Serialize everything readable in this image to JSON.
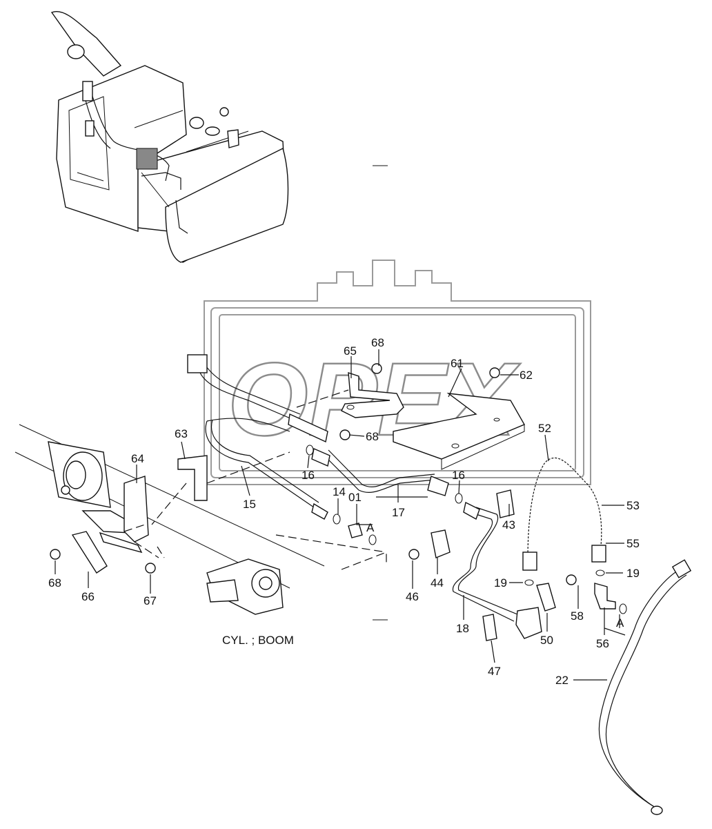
{
  "watermark": {
    "text": "OPEX"
  },
  "caption": "CYL. ; BOOM",
  "part_labels": [
    {
      "id": "68a",
      "text": "68"
    },
    {
      "id": "65",
      "text": "65"
    },
    {
      "id": "61",
      "text": "61"
    },
    {
      "id": "62",
      "text": "62"
    },
    {
      "id": "68b",
      "text": "68"
    },
    {
      "id": "52",
      "text": "52"
    },
    {
      "id": "63",
      "text": "63"
    },
    {
      "id": "64",
      "text": "64"
    },
    {
      "id": "16a",
      "text": "16"
    },
    {
      "id": "16b",
      "text": "16"
    },
    {
      "id": "15",
      "text": "15"
    },
    {
      "id": "14",
      "text": "14"
    },
    {
      "id": "01",
      "text": "01"
    },
    {
      "id": "17",
      "text": "17"
    },
    {
      "id": "53",
      "text": "53"
    },
    {
      "id": "A1",
      "text": "A"
    },
    {
      "id": "43",
      "text": "43"
    },
    {
      "id": "55",
      "text": "55"
    },
    {
      "id": "19a",
      "text": "19"
    },
    {
      "id": "19b",
      "text": "19"
    },
    {
      "id": "68c",
      "text": "68"
    },
    {
      "id": "66",
      "text": "66"
    },
    {
      "id": "67",
      "text": "67"
    },
    {
      "id": "46",
      "text": "46"
    },
    {
      "id": "44",
      "text": "44"
    },
    {
      "id": "58",
      "text": "58"
    },
    {
      "id": "A2",
      "text": "A"
    },
    {
      "id": "18",
      "text": "18"
    },
    {
      "id": "50",
      "text": "50"
    },
    {
      "id": "56",
      "text": "56"
    },
    {
      "id": "47",
      "text": "47"
    },
    {
      "id": "22",
      "text": "22"
    }
  ]
}
